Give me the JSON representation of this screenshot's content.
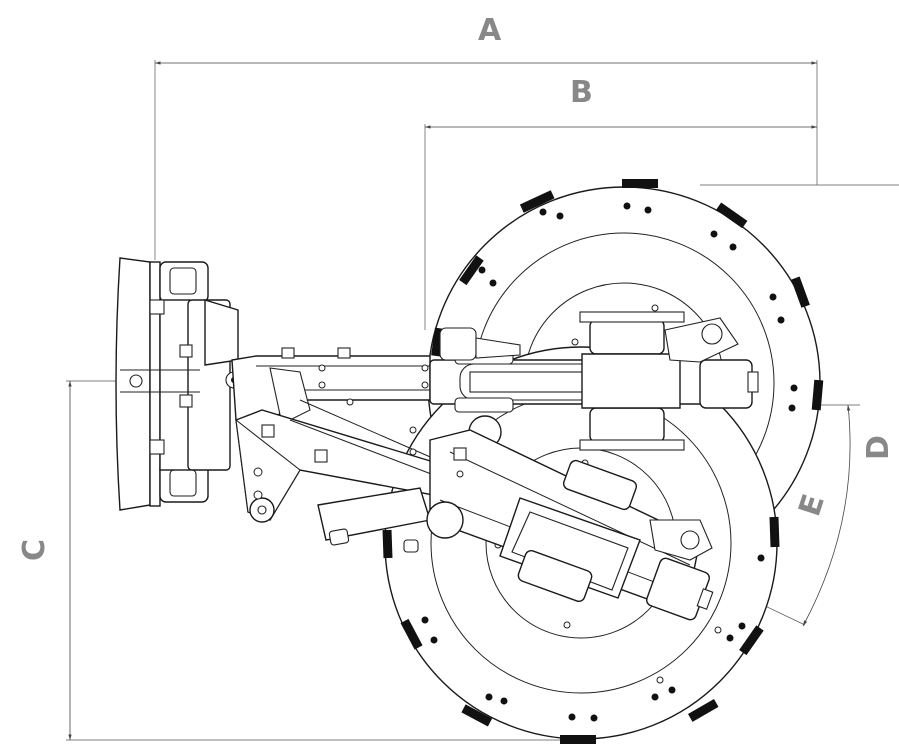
{
  "dimension_labels": {
    "A": "A",
    "B": "B",
    "C": "C",
    "D": "D",
    "E": "E"
  },
  "colors": {
    "line": "#1a1a1a",
    "dimension_text": "#888888",
    "background": "#ffffff"
  }
}
